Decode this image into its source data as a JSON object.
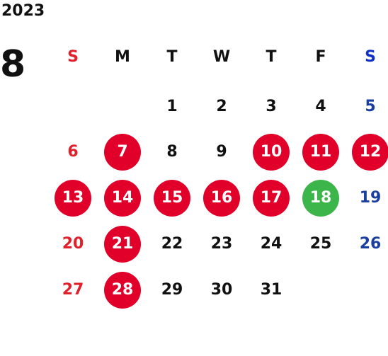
{
  "calendar": {
    "year": "2023",
    "month": "8",
    "weekdays": [
      "S",
      "M",
      "T",
      "W",
      "T",
      "F",
      "S"
    ],
    "first_weekday": 2,
    "days": [
      {
        "label": "1",
        "style": "normal"
      },
      {
        "label": "2",
        "style": "normal"
      },
      {
        "label": "3",
        "style": "normal"
      },
      {
        "label": "4",
        "style": "normal"
      },
      {
        "label": "5",
        "style": "normal"
      },
      {
        "label": "6",
        "style": "normal"
      },
      {
        "label": "7",
        "style": "holiday"
      },
      {
        "label": "8",
        "style": "normal"
      },
      {
        "label": "9",
        "style": "normal"
      },
      {
        "label": "10",
        "style": "holiday"
      },
      {
        "label": "11",
        "style": "holiday"
      },
      {
        "label": "12",
        "style": "holiday"
      },
      {
        "label": "13",
        "style": "holiday"
      },
      {
        "label": "14",
        "style": "holiday"
      },
      {
        "label": "15",
        "style": "holiday"
      },
      {
        "label": "16",
        "style": "holiday"
      },
      {
        "label": "17",
        "style": "holiday"
      },
      {
        "label": "18",
        "style": "special"
      },
      {
        "label": "19",
        "style": "normal"
      },
      {
        "label": "20",
        "style": "normal"
      },
      {
        "label": "21",
        "style": "holiday"
      },
      {
        "label": "22",
        "style": "normal"
      },
      {
        "label": "23",
        "style": "normal"
      },
      {
        "label": "24",
        "style": "normal"
      },
      {
        "label": "25",
        "style": "normal"
      },
      {
        "label": "26",
        "style": "normal"
      },
      {
        "label": "27",
        "style": "normal"
      },
      {
        "label": "28",
        "style": "holiday"
      },
      {
        "label": "29",
        "style": "normal"
      },
      {
        "label": "30",
        "style": "normal"
      },
      {
        "label": "31",
        "style": "normal"
      }
    ]
  },
  "colors": {
    "sunday": "#e0202a",
    "saturday": "#1a3fa0",
    "saturday_header": "#1030c8",
    "weekday": "#111111",
    "holiday_fill": "#e0002a",
    "special_fill": "#3cb54a"
  }
}
